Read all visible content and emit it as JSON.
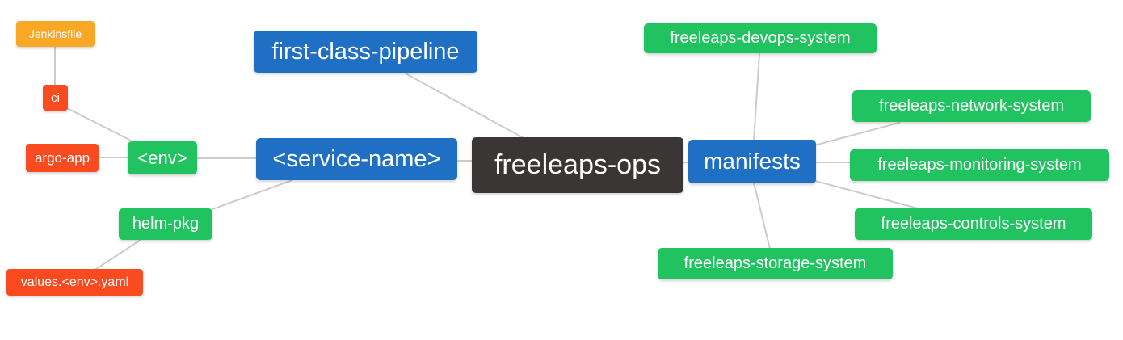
{
  "palette": {
    "root_dark": "#3b3636",
    "branch_blue": "#1f6fc5",
    "sub_green": "#21c360",
    "leaf_red": "#fa4a1f",
    "leaf_amber": "#f9a825",
    "edge_gray": "#cccccc",
    "text": "#ffffff",
    "background": "#ffffff"
  },
  "diagram": {
    "root": "freeleaps_ops",
    "nodes": {
      "freeleaps_ops": {
        "label": "freeleaps-ops",
        "color": "#3b3636"
      },
      "first_class_pipeline": {
        "label": "first-class-pipeline",
        "color": "#1f6fc5"
      },
      "service_name": {
        "label": "<service-name>",
        "color": "#1f6fc5"
      },
      "manifests": {
        "label": "manifests",
        "color": "#1f6fc5"
      },
      "env": {
        "label": "<env>",
        "color": "#21c360"
      },
      "helm_pkg": {
        "label": "helm-pkg",
        "color": "#21c360"
      },
      "ci": {
        "label": "ci",
        "color": "#fa4a1f"
      },
      "argo_app": {
        "label": "argo-app",
        "color": "#fa4a1f"
      },
      "jenkinsfile": {
        "label": "Jenkinsfile",
        "color": "#f9a825"
      },
      "values_env_yaml": {
        "label": "values.<env>.yaml",
        "color": "#fa4a1f"
      },
      "devops_system": {
        "label": "freeleaps-devops-system",
        "color": "#21c360"
      },
      "network_system": {
        "label": "freeleaps-network-system",
        "color": "#21c360"
      },
      "monitoring_system": {
        "label": "freeleaps-monitoring-system",
        "color": "#21c360"
      },
      "controls_system": {
        "label": "freeleaps-controls-system",
        "color": "#21c360"
      },
      "storage_system": {
        "label": "freeleaps-storage-system",
        "color": "#21c360"
      }
    },
    "edges": [
      [
        "jenkinsfile",
        "ci"
      ],
      [
        "ci",
        "env"
      ],
      [
        "argo_app",
        "env"
      ],
      [
        "env",
        "service_name"
      ],
      [
        "helm_pkg",
        "service_name"
      ],
      [
        "values_env_yaml",
        "helm_pkg"
      ],
      [
        "first_class_pipeline",
        "freeleaps_ops"
      ],
      [
        "service_name",
        "freeleaps_ops"
      ],
      [
        "freeleaps_ops",
        "manifests"
      ],
      [
        "manifests",
        "devops_system"
      ],
      [
        "manifests",
        "network_system"
      ],
      [
        "manifests",
        "monitoring_system"
      ],
      [
        "manifests",
        "controls_system"
      ],
      [
        "manifests",
        "storage_system"
      ]
    ]
  }
}
